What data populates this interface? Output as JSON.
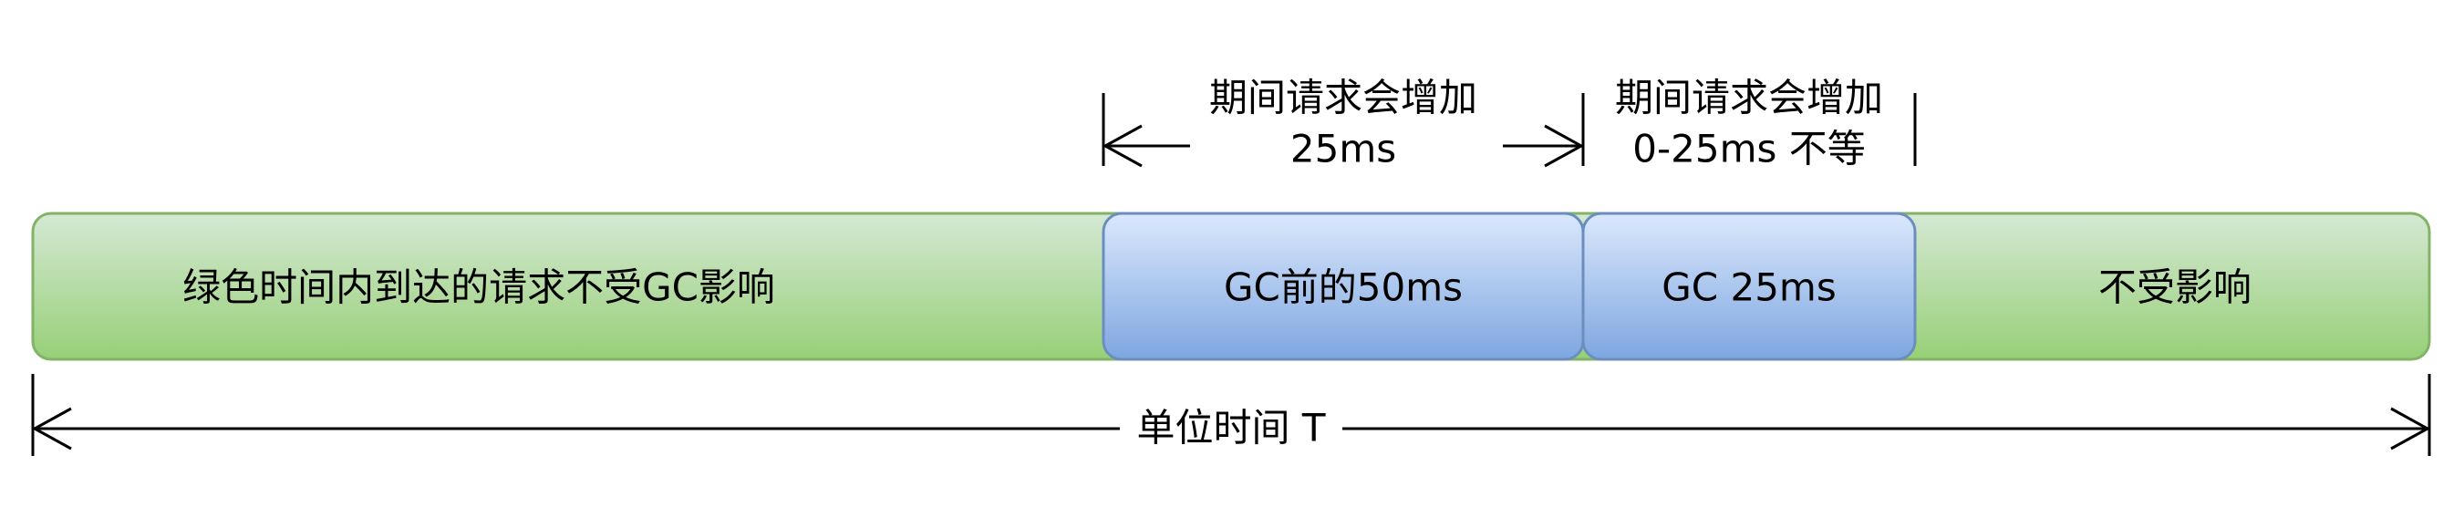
{
  "bar": {
    "green_left_text": "绿色时间内到达的请求不受GC影响",
    "blue_pre_gc_text": "GC前的50ms",
    "blue_gc_text": "GC 25ms",
    "green_right_text": "不受影响"
  },
  "annotations": {
    "pre_gc_line1": "期间请求会增加",
    "pre_gc_line2": "25ms",
    "gc_line1": "期间请求会增加",
    "gc_line2": "0-25ms 不等"
  },
  "timeline": {
    "label": "单位时间 T"
  },
  "colors": {
    "green_border": "#82b366",
    "green_fill_top": "#d5e8d4",
    "green_fill_bottom": "#97d077",
    "blue_border": "#6c8ebf",
    "blue_fill_top": "#dae8fc",
    "blue_fill_bottom": "#7ea6e0",
    "line": "#000000"
  }
}
